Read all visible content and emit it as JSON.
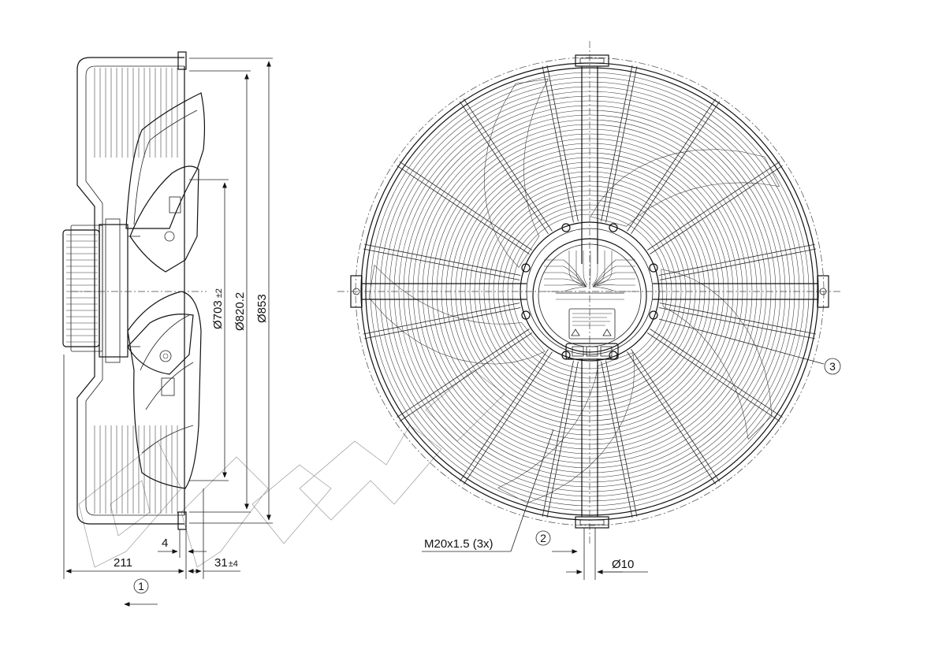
{
  "side_view": {
    "dims": {
      "d703": "Ø703",
      "d703_tol": "±2",
      "d820": "Ø820.2",
      "d853": "Ø853",
      "w211": "211",
      "w4": "4",
      "w31": "31",
      "w31_tol": "±4"
    },
    "callout_airflow": "1"
  },
  "front_view": {
    "cable_gland_label": "M20x1.5 (3x)",
    "hole_dia_label": "Ø10",
    "callout_mount": "2",
    "callout_terminal": "3"
  },
  "colors": {
    "line": "#111111",
    "watermark": "#9a9a9a",
    "background": "#ffffff"
  }
}
